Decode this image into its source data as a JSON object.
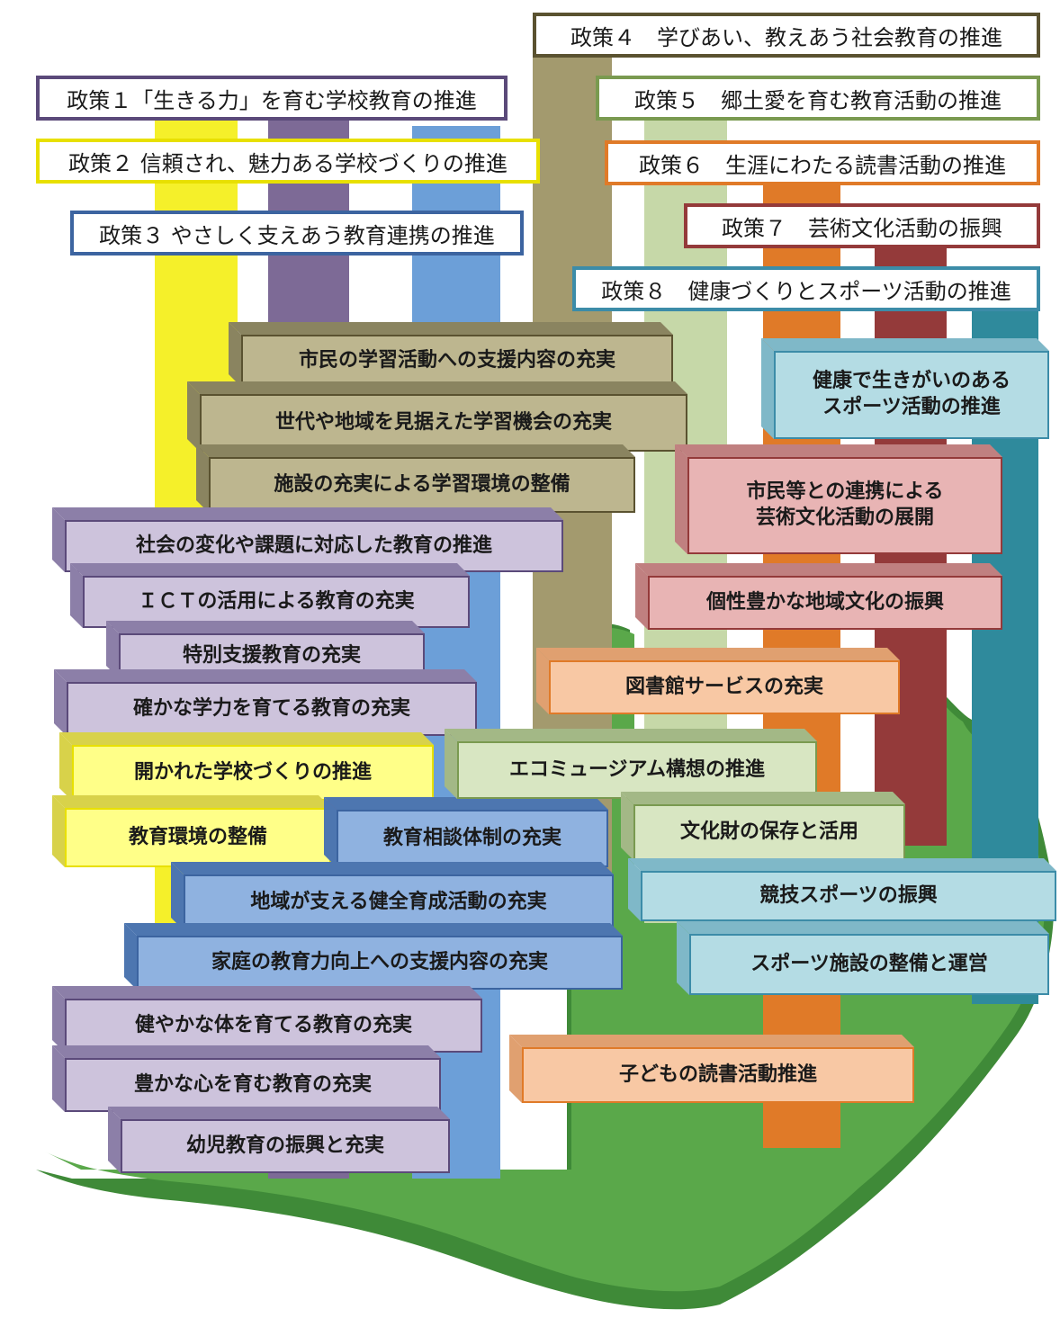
{
  "colors": {
    "p1": {
      "bar": "#7d6a96",
      "border": "#5b4a7a",
      "face": "#cdc3dc",
      "dark": "#8c7fa8"
    },
    "p2": {
      "bar": "#f5f02a",
      "border": "#e8e000",
      "face": "#ffff88",
      "dark": "#d8d24a"
    },
    "p3": {
      "bar": "#6c9fd8",
      "border": "#3c64a0",
      "face": "#8fb2e0",
      "dark": "#4d76b0"
    },
    "p4": {
      "bar": "#a39a6e",
      "border": "#5a5230",
      "face": "#bdb68f",
      "dark": "#8a8460"
    },
    "p5": {
      "bar": "#c6d8a8",
      "border": "#7a9a50",
      "face": "#d8e6c2",
      "dark": "#a3b886"
    },
    "p6": {
      "bar": "#e07a28",
      "border": "#e07a28",
      "face": "#f8c8a4",
      "dark": "#e0a070"
    },
    "p7": {
      "bar": "#943a3a",
      "border": "#943a3a",
      "face": "#e8b4b4",
      "dark": "#c08080"
    },
    "p8": {
      "bar": "#2f8a9c",
      "border": "#3c8ca8",
      "face": "#b4dce4",
      "dark": "#7fb8c8"
    },
    "land": "#5aa84a",
    "land_dark": "#3f8a38"
  },
  "policies": [
    {
      "id": "p1",
      "label": "政策１「生きる力」を育む学校教育の推進"
    },
    {
      "id": "p2",
      "label": "政策２ 信頼され、魅力ある学校づくりの推進"
    },
    {
      "id": "p3",
      "label": "政策３ やさしく支えあう教育連携の推進"
    },
    {
      "id": "p4",
      "label": "政策４　学びあい、教えあう社会教育の推進"
    },
    {
      "id": "p5",
      "label": "政策５　郷土愛を育む教育活動の推進"
    },
    {
      "id": "p6",
      "label": "政策６　生涯にわたる読書活動の推進"
    },
    {
      "id": "p7",
      "label": "政策７　芸術文化活動の振興"
    },
    {
      "id": "p8",
      "label": "政策８　健康づくりとスポーツ活動の推進"
    }
  ],
  "measures": [
    {
      "policy": "p4",
      "label": "市民の学習活動への支援内容の充実"
    },
    {
      "policy": "p4",
      "label": "世代や地域を見据えた学習機会の充実"
    },
    {
      "policy": "p4",
      "label": "施設の充実による学習環境の整備"
    },
    {
      "policy": "p1",
      "label": "社会の変化や課題に対応した教育の推進"
    },
    {
      "policy": "p1",
      "label": "ＩＣＴの活用による教育の充実"
    },
    {
      "policy": "p1",
      "label": "特別支援教育の充実"
    },
    {
      "policy": "p1",
      "label": "確かな学力を育てる教育の充実"
    },
    {
      "policy": "p2",
      "label": "開かれた学校づくりの推進"
    },
    {
      "policy": "p2",
      "label": "教育環境の整備"
    },
    {
      "policy": "p3",
      "label": "教育相談体制の充実"
    },
    {
      "policy": "p3",
      "label": "地域が支える健全育成活動の充実"
    },
    {
      "policy": "p3",
      "label": "家庭の教育力向上への支援内容の充実"
    },
    {
      "policy": "p1",
      "label": "健やかな体を育てる教育の充実"
    },
    {
      "policy": "p1",
      "label": "豊かな心を育む教育の充実"
    },
    {
      "policy": "p1",
      "label": "幼児教育の振興と充実"
    },
    {
      "policy": "p8",
      "label": "健康で生きがいのある\nスポーツ活動の推進"
    },
    {
      "policy": "p7",
      "label": "市民等との連携による\n芸術文化活動の展開"
    },
    {
      "policy": "p7",
      "label": "個性豊かな地域文化の振興"
    },
    {
      "policy": "p6",
      "label": "図書館サービスの充実"
    },
    {
      "policy": "p5",
      "label": "エコミュージアム構想の推進"
    },
    {
      "policy": "p5",
      "label": "文化財の保存と活用"
    },
    {
      "policy": "p8",
      "label": "競技スポーツの振興"
    },
    {
      "policy": "p8",
      "label": "スポーツ施設の整備と運営"
    },
    {
      "policy": "p6",
      "label": "子どもの読書活動推進"
    }
  ]
}
